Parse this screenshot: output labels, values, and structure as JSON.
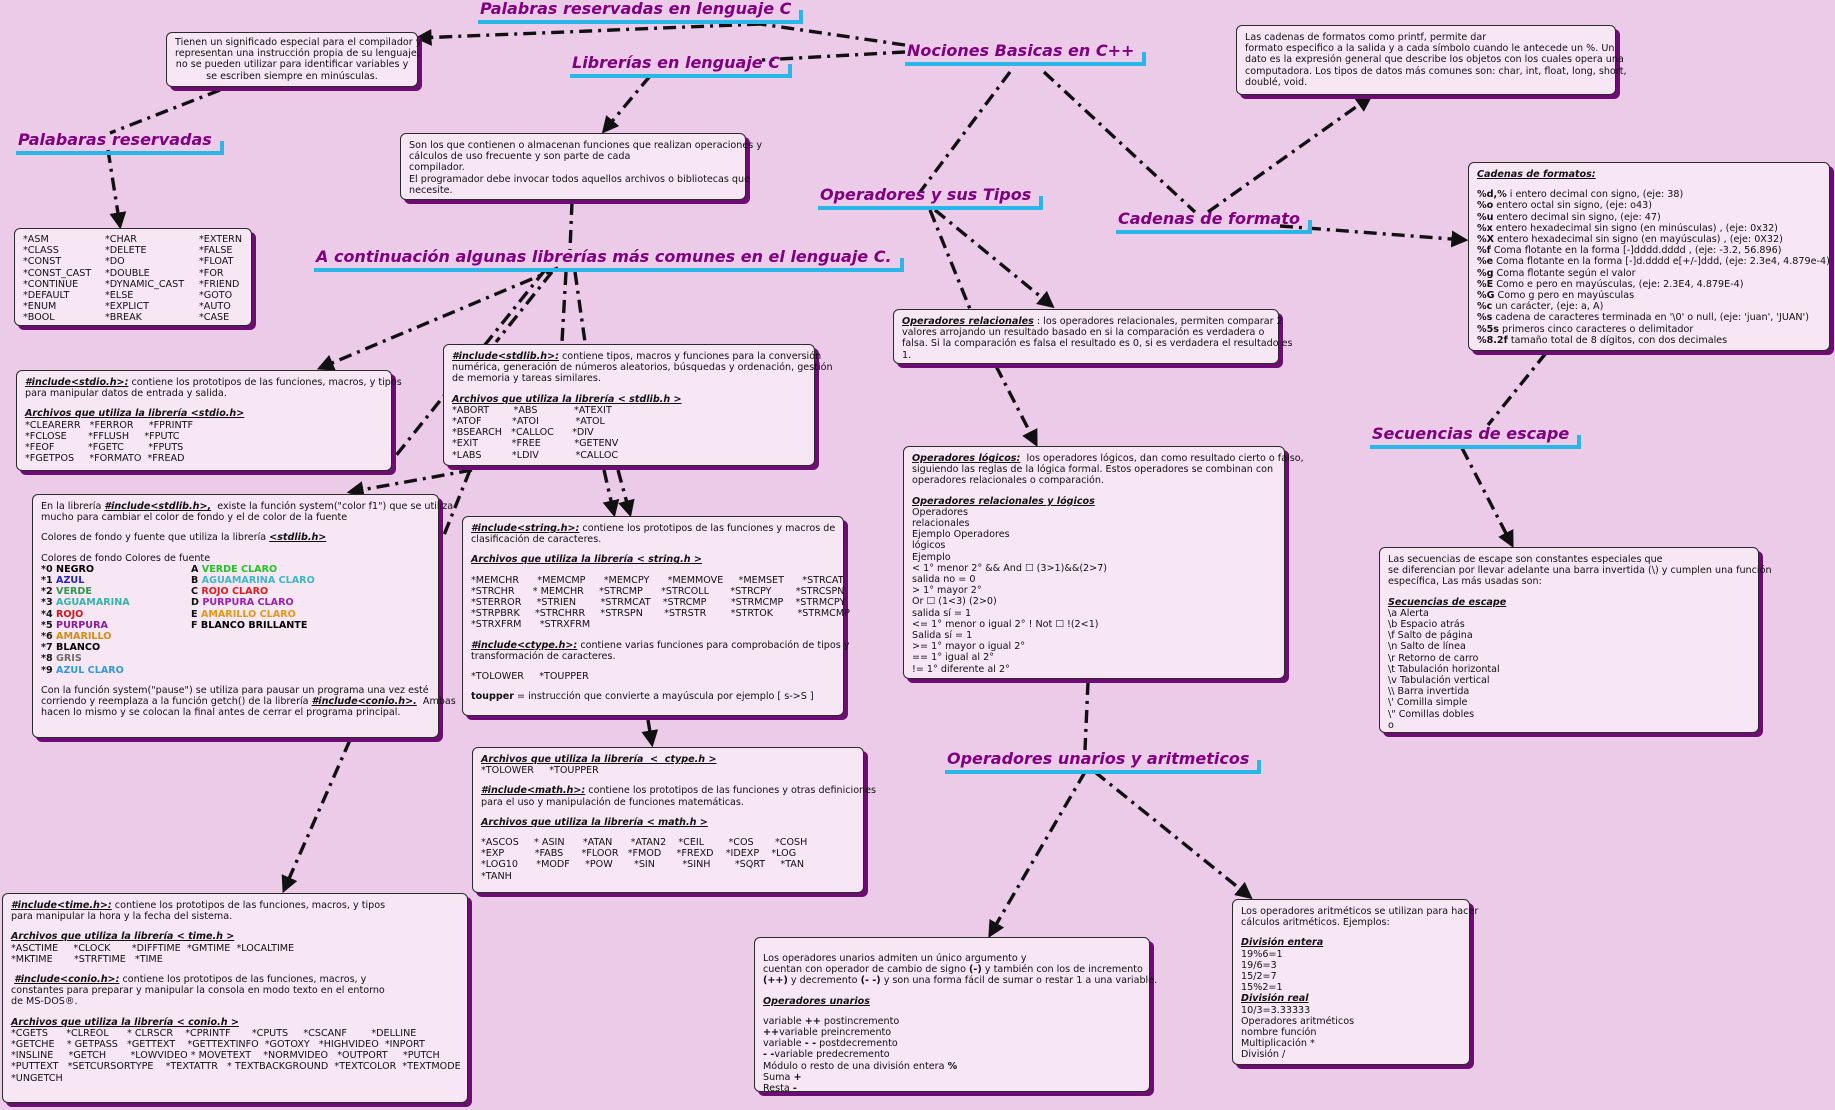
{
  "titles": {
    "main": "Nociones Basicas en C++",
    "reservadas_lenguaje": "Palabras reservadas en lenguaje C",
    "librerias_lenguaje": "Librerías en lenguaje C",
    "palabras_reservadas": "Palabaras reservadas",
    "comunes": "A continuación algunas librerías más comunes en el lenguaje C.",
    "operadores_tipos": "Operadores y sus Tipos",
    "cadenas_formato": "Cadenas de formato",
    "secuencias_escape": "Secuencias de escape",
    "unarios_aritmeticos": "Operadores unarios y aritmeticos"
  },
  "reserved_def": {
    "lines": [
      "Tienen un significado especial para el compilador y",
      "representan una instrucción propia de su lenguaje,",
      "no se pueden utilizar para identificar variables y",
      "se escriben siempre en minúsculas."
    ]
  },
  "keywords": {
    "col1": [
      "*ASM",
      "*CLASS",
      "*CONST",
      "*CONST_CAST",
      "*CONTINUE",
      "*DEFAULT",
      "*ENUM",
      "*BOOL"
    ],
    "col2": [
      "*CHAR",
      "*DELETE",
      "*DO",
      "*DOUBLE",
      "*DYNAMIC_CAST",
      "*ELSE",
      "*EXPLICT",
      "*BREAK"
    ],
    "col3": [
      "*EXTERN",
      "*FALSE",
      "*FLOAT",
      "*FOR",
      "*FRIEND",
      "*GOTO",
      "*AUTO",
      "*CASE"
    ]
  },
  "libs_def": {
    "lines": [
      "Son los que contienen o almacenan funciones que realizan operaciones y",
      "cálculos de uso frecuente y son parte de cada",
      "compilador.",
      "El programador debe invocar todos aquellos archivos o bibliotecas que",
      "necesite."
    ]
  },
  "stdio": {
    "head": "#include<stdio.h>:",
    "desc1": " contiene los prototipos de las funciones, macros, y tipos",
    "desc2": "para manipular datos de entrada y salida.",
    "files_head": "Archivos que utiliza la librería <stdio.h>",
    "rows": [
      "*CLEARERR   *FERROR     *FPRINTF",
      "*FCLOSE       *FFLUSH     *FPUTC",
      "*FEOF           *FGETC        *FPUTS",
      "*FGETPOS     *FORMATO  *FREAD"
    ]
  },
  "stdlib": {
    "head": "#include<stdlib.h>:",
    "desc1": " contiene tipos, macros y funciones para la conversión",
    "desc2": "numérica, generación de números aleatorios, búsquedas y ordenación, gestión",
    "desc3": "de memoria y tareas similares.",
    "files_head": "Archivos que utiliza la librería < stdlib.h >",
    "rows": [
      "*ABORT        *ABS            *ATEXIT",
      "*ATOF          *ATOI            *ATOL",
      "*BSEARCH   *CALLOC      *DIV",
      "*EXIT           *FREE           *GETENV",
      "*LABS          *LDIV            *CALLOC"
    ]
  },
  "colors": {
    "line1_pre": "En la librería ",
    "line1_head": "#include<stdlib.h>,",
    "line1_post": "  existe la función system(\"color f1\") que se utiliza",
    "line2": "mucho para cambiar el color de fondo y el de color de la fuente",
    "line3_pre": "Colores de fondo y fuente que utiliza la librería ",
    "line3_head": "<stdlib.h>",
    "line4": "Colores de fondo Colores de fuente",
    "left": [
      {
        "code": "*0",
        "name": "NEGRO",
        "color": "#000000"
      },
      {
        "code": "*1",
        "name": "AZUL",
        "color": "#1f25c8"
      },
      {
        "code": "*2",
        "name": "VERDE",
        "color": "#2f9a4a"
      },
      {
        "code": "*3",
        "name": "AGUAMARINA",
        "color": "#36b3a8"
      },
      {
        "code": "*4",
        "name": "ROJO",
        "color": "#d01818"
      },
      {
        "code": "*5",
        "name": "PURPURA",
        "color": "#8b1aa0"
      },
      {
        "code": "*6",
        "name": "AMARILLO",
        "color": "#d88c12"
      },
      {
        "code": "*7",
        "name": "BLANCO",
        "color": "#000000"
      },
      {
        "code": "*8",
        "name": "GRIS",
        "color": "#6e6e6e"
      },
      {
        "code": "*9",
        "name": "AZUL CLARO",
        "color": "#2f9ad8"
      }
    ],
    "right": [
      {
        "code": "A",
        "name": "VERDE CLARO",
        "color": "#26c22a"
      },
      {
        "code": "B",
        "name": "AGUAMARINA CLARO",
        "color": "#3cb8c6"
      },
      {
        "code": "C",
        "name": "ROJO CLARO",
        "color": "#e02020"
      },
      {
        "code": "D",
        "name": "PURPURA CLARO",
        "color": "#a020b4"
      },
      {
        "code": "E",
        "name": "AMARILLO CLARO",
        "color": "#e49a10"
      },
      {
        "code": "F",
        "name": "BLANCO BRILLANTE",
        "color": "#000000"
      }
    ],
    "tail1": "Con la función system(\"pause\") se utiliza para pausar un programa una vez esté",
    "tail2_pre": "corriendo y reemplaza a la función getch() de la librería ",
    "tail2_head": "#include<conio.h>.",
    "tail2_post": "  Ambas",
    "tail3": "hacen lo mismo y se colocan la final antes de cerrar el programa principal."
  },
  "string": {
    "head": "#include<string.h>:",
    "desc1": " contiene los prototipos de las funciones y macros de",
    "desc2": "clasificación de caracteres.",
    "files_head": "Archivos que utiliza la librería < string.h >",
    "rows": [
      "*MEMCHR      *MEMCMP      *MEMCPY      *MEMMOVE     *MEMSET      *STRCAT",
      "*STRCHR      * MEMCHR     *STRCMP      *STRCOLL       *STRCPY        *STRCSPN",
      "*STERROR     *STRIEN        *STRMCAT    *STRCMP        *STRMCMP    *STRMCPY",
      "*STRPBRK     *STRCHRR     *STRSPN       *STRSTR        *STRTOK        *STRMCMP",
      "*STRXFRM      *STRXFRM"
    ],
    "ctype_head": "#include<ctype.h>:",
    "ctype_desc1": " contiene varias funciones para comprobación de tipos y",
    "ctype_desc2": "transformación de caracteres.",
    "ctype_row": "*TOLOWER     *TOUPPER",
    "toupper_b": "toupper",
    "toupper_rest": " = instrucción que convierte a mayúscula por ejemplo [ s->S ]"
  },
  "ctype_math": {
    "files_head": "Archivos que utiliza la librería  <  ctype.h >",
    "row": "*TOLOWER     *TOUPPER",
    "math_head": "#include<math.h>:",
    "math_desc1": " contiene los prototipos de las funciones y otras definiciones",
    "math_desc2": "para el uso y manipulación de funciones matemáticas.",
    "math_files_head": "Archivos que utiliza la librería < math.h >",
    "rows": [
      "*ASCOS     * ASIN      *ATAN      *ATAN2    *CEIL        *COS       *COSH",
      "*EXP          *FABS      *FLOOR   *FMOD     *FREXD    *IDEXP    *LOG",
      "*LOG10      *MODF     *POW       *SIN         *SINH        *SQRT     *TAN",
      "*TANH"
    ]
  },
  "time_conio": {
    "time_head": "#include<time.h>:",
    "time_desc1": " contiene los prototipos de las funciones, macros, y tipos",
    "time_desc2": "para manipular la hora y la fecha del sistema.",
    "time_files_head": "Archivos que utiliza la librería < time.h >",
    "time_rows": [
      "*ASCTIME     *CLOCK       *DIFFTIME  *GMTIME  *LOCALTIME",
      "*MKTIME       *STRFTIME   *TIME"
    ],
    "conio_head": "#include<conio.h>:",
    "conio_desc1": " contiene los prototipos de las funciones, macros, y",
    "conio_desc2": "constantes para preparar y manipular la consola en modo texto en el entorno",
    "conio_desc3": "de MS-DOS®.",
    "conio_files_head": "Archivos que utiliza la librería < conio.h >",
    "conio_rows": [
      "*CGETS      *CLREOL      * CLRSCR    *CPRINTF       *CPUTS     *CSCANF        *DELLINE",
      "*GETCHE    * GETPASS   *GETTEXT    *GETTEXTINFO  *GOTOXY   *HIGHVIDEO  *INPORT",
      "*INSLINE     *GETCH        *LOWVIDEO * MOVETEXT    *NORMVIDEO   *OUTPORT     *PUTCH",
      "*PUTTEXT   *SETCURSORTYPE    *TEXTATTR   * TEXTBACKGROUND  *TEXTCOLOR  *TEXTMODE",
      "*UNGETCH"
    ]
  },
  "relacionales": {
    "head": "Operadores relacionales",
    "line1": " : los operadores relacionales, permiten comparar 2",
    "line2": "valores arrojando un resultado basado en si la comparación es verdadera o",
    "line3": "falsa. Si la comparación es falsa el resultado es 0, si es verdadera el resultado es",
    "line4": "1."
  },
  "logicos": {
    "head": "Operadores lógicos:",
    "line1": "  los operadores lógicos, dan como resultado cierto o falso,",
    "line2": "siguiendo las reglas de la lógica formal. Estos operadores se combinan con",
    "line3": "operadores relacionales o comparación.",
    "sub_head": "Operadores relacionales y lógicos",
    "lines": [
      "Operadores",
      "relacionales",
      "Ejemplo Operadores",
      "lógicos",
      "Ejemplo",
      "< 1° menor 2° && And ☐ (3>1)&&(2>7)",
      "salida no = 0",
      "> 1° mayor 2°",
      "Or ☐ (1<3) (2>0)",
      "salida sí = 1",
      "<= 1° menor o igual 2° ! Not ☐ !(2<1)",
      "Salida sí = 1",
      ">= 1° mayor o igual 2°",
      "== 1° igual al 2°",
      "!= 1° diferente al 2°"
    ]
  },
  "cadenas_def": {
    "lines": [
      "Las cadenas de formatos como printf, permite dar",
      "formato especifico a la salida y a cada símbolo cuando le antecede un %. Un",
      "dato es la expresión general que describe los objetos con los cuales opera una",
      "computadora. Los tipos de datos más comunes son: char, int, float, long, short,",
      "doublé, void."
    ]
  },
  "cadenas_list": {
    "head": "Cadenas de formatos:",
    "items": [
      {
        "code": "%d,%",
        "desc": " i entero decimal con signo, (eje: 38)"
      },
      {
        "code": "%o",
        "desc": " entero octal sin signo, (eje: o43)"
      },
      {
        "code": "%u",
        "desc": " entero decimal sin signo, (eje: 47)"
      },
      {
        "code": "%x",
        "desc": " entero hexadecimal sin signo (en minúsculas) , (eje: 0x32)"
      },
      {
        "code": "%X",
        "desc": " entero hexadecimal sin signo (en mayúsculas) , (eje: 0X32)"
      },
      {
        "code": "%f",
        "desc": " Coma flotante en la forma [-]dddd.dddd , (eje: -3.2, 56.896)"
      },
      {
        "code": "%e",
        "desc": " Coma flotante en la forma [-]d.dddd e[+/-]ddd, (eje: 2.3e4, 4.879e-4)"
      },
      {
        "code": "%g",
        "desc": " Coma flotante según el valor"
      },
      {
        "code": "%E",
        "desc": " Como e pero en mayúsculas, (eje: 2.3E4, 4.879E-4)"
      },
      {
        "code": "%G",
        "desc": " Como g pero en mayúsculas"
      },
      {
        "code": "%c",
        "desc": " un carácter, (eje: a, A)"
      },
      {
        "code": "%s",
        "desc": " cadena de caracteres terminada en '\\0' o null, (eje: 'juan', 'JUAN')"
      },
      {
        "code": "%5s",
        "desc": " primeros cinco caracteres o delimitador"
      },
      {
        "code": "%8.2f",
        "desc": " tamaño total de 8 dígitos, con dos decimales"
      }
    ]
  },
  "escape": {
    "line1": "Las secuencias de escape son constantes especiales que",
    "line2": "se diferencian por llevar adelante una barra invertida (\\) y cumplen una función",
    "line3": "específica, Las más usadas son:",
    "head": "Secuencias de escape",
    "items": [
      "\\a Alerta",
      "\\b Espacio atrás",
      "\\f Salto de página",
      "\\n Salto de línea",
      "\\r Retorno de carro",
      "\\t Tabulación horizontal",
      "\\v Tabulación vertical",
      "\\\\ Barra invertida",
      "\\' Comilla simple",
      "\\\" Comillas dobles",
      "o"
    ]
  },
  "unarios": {
    "line1": "Los operadores unarios admiten un único argumento y",
    "line2_pre": "cuentan con operador de cambio de signo ",
    "line2_b": "(-)",
    "line2_post": " y también con los de incremento",
    "line3_b1": "(++)",
    "line3_mid": " y decremento ",
    "line3_b2": "(- -)",
    "line3_post": " y son una forma fácil de sumar o restar 1 a una variable.",
    "head": "Operadores unarios",
    "items": [
      {
        "pre": "variable ",
        "b": "++",
        "post": " postincremento"
      },
      {
        "pre": "",
        "b": "++",
        "post": "variable preincremento"
      },
      {
        "pre": "variable ",
        "b": "- -",
        "post": " postdecremento"
      },
      {
        "pre": "",
        "b": "- -",
        "post": "variable predecremento"
      },
      {
        "pre": "Módulo o resto de una división entera ",
        "b": "%",
        "post": ""
      },
      {
        "pre": "Suma ",
        "b": "+",
        "post": ""
      },
      {
        "pre": "Resta ",
        "b": "-",
        "post": ""
      }
    ]
  },
  "aritmeticos": {
    "line1": "Los operadores aritméticos se utilizan para hacer",
    "line2": "cálculos aritméticos. Ejemplos:",
    "div_entera": "División entera",
    "entera": [
      "19%6=1",
      "19/6=3",
      "15/2=7",
      "15%2=1"
    ],
    "div_real": "División real",
    "real": [
      "10/3=3.33333",
      "Operadores aritméticos",
      "nombre función",
      "Multiplicación *",
      "División /"
    ]
  }
}
